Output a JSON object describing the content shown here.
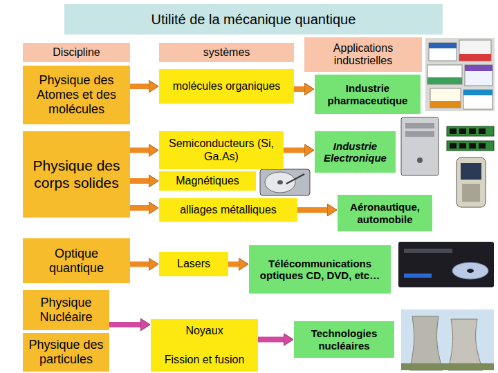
{
  "diagram": {
    "title": "Utilité de la mécanique quantique",
    "nodes": [
      {
        "text": [
          "Discipline"
        ]
      },
      {
        "text": [
          "systèmes"
        ]
      },
      {
        "text": [
          "Applications industrielles"
        ]
      },
      {
        "text": [
          "Physique des Atomes et des molécules"
        ]
      },
      {
        "text": [
          "molécules organiques"
        ]
      },
      {
        "text": [
          "Industrie pharmaceutique"
        ]
      },
      {
        "text": [
          "Physique des corps solides"
        ]
      },
      {
        "text": [
          "Semiconducteurs (Si, Ga.As)"
        ]
      },
      {
        "text": [
          "Industrie Electronique"
        ]
      },
      {
        "text": [
          "Magnétiques"
        ]
      },
      {
        "text": [
          "alliages métalliques"
        ]
      },
      {
        "text": [
          "Aéronautique, automobile"
        ]
      },
      {
        "text": [
          "Optique quantique"
        ]
      },
      {
        "text": [
          "Lasers"
        ]
      },
      {
        "text": [
          "Télécommunications optiques CD, DVD, etc…"
        ]
      },
      {
        "text": [
          "Physique Nucléaire"
        ]
      },
      {
        "text": [
          "Physique des particules"
        ]
      },
      {
        "text": [
          "Noyaux",
          "Fission et fusion"
        ]
      },
      {
        "text": [
          "Technologies nucléaires"
        ]
      }
    ],
    "edges": [
      {
        "from": 3,
        "to": 4,
        "arrow": "to"
      },
      {
        "from": 4,
        "to": 5,
        "arrow": "to"
      },
      {
        "from": 6,
        "to": 7,
        "arrow": "to"
      },
      {
        "from": 6,
        "to": 9,
        "arrow": "to"
      },
      {
        "from": 6,
        "to": 10,
        "arrow": "to"
      },
      {
        "from": 7,
        "to": 8,
        "arrow": "to"
      },
      {
        "from": 10,
        "to": 11,
        "arrow": "to"
      },
      {
        "from": 12,
        "to": 13,
        "arrow": "to"
      },
      {
        "from": 13,
        "to": 14,
        "arrow": "to"
      },
      {
        "from": 15,
        "to": 17,
        "arrow": "to"
      },
      {
        "from": 17,
        "to": 18,
        "arrow": "to"
      }
    ]
  }
}
